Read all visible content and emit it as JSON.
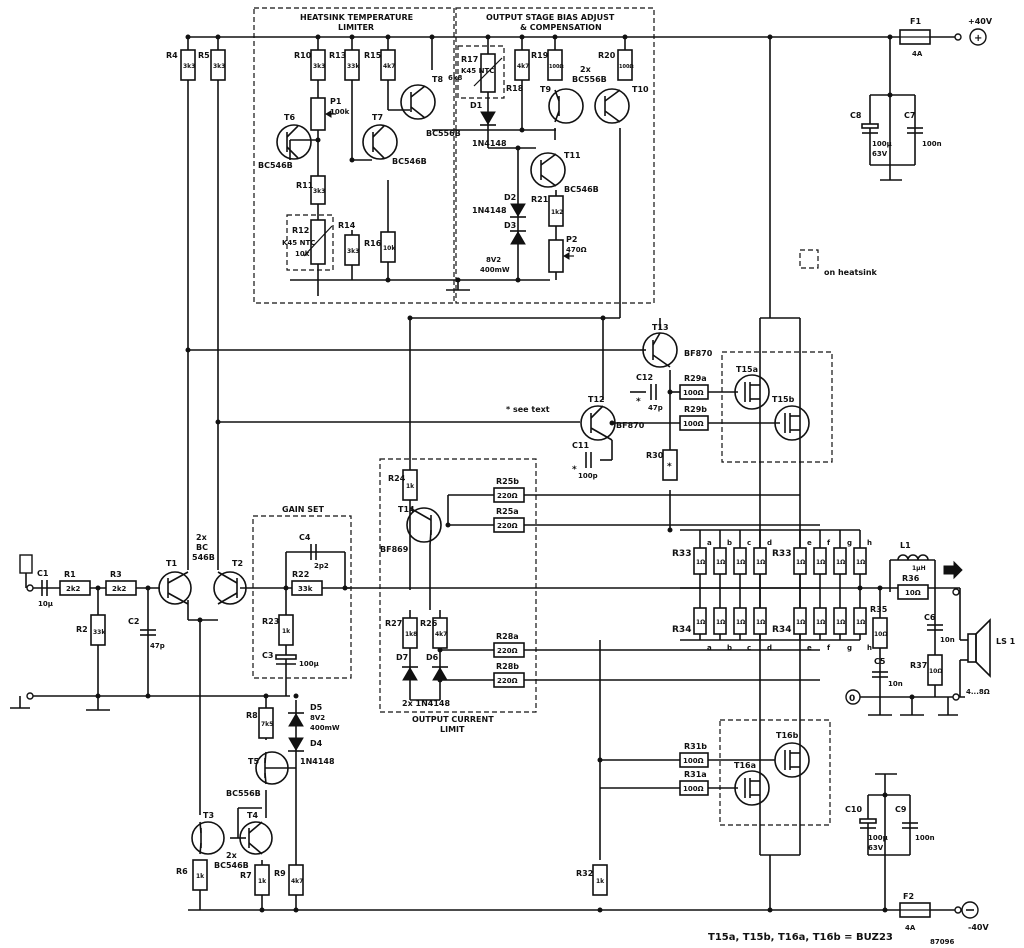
{
  "blocks": {
    "heatsink_limiter": [
      "HEATSINK TEMPERATURE",
      "LIMITER"
    ],
    "bias_adjust": [
      "OUTPUT STAGE BIAS ADJUST",
      "& COMPENSATION"
    ],
    "gain_set": "GAIN SET",
    "current_limit": [
      "OUTPUT CURRENT",
      "LIMIT"
    ]
  },
  "resistors": {
    "R1": [
      "R1",
      "2k2"
    ],
    "R2": [
      "R2",
      "33k"
    ],
    "R3": [
      "R3",
      "2k2"
    ],
    "R4": [
      "R4",
      "3k3"
    ],
    "R5": [
      "R5",
      "3k3"
    ],
    "R6": [
      "R6",
      "1k"
    ],
    "R7": [
      "R7",
      "1k"
    ],
    "R8": [
      "R8",
      "7k5"
    ],
    "R9": [
      "R9",
      "4k7"
    ],
    "R10": [
      "R10",
      "3k3"
    ],
    "R11": [
      "R11",
      "3k3"
    ],
    "R13": [
      "R13",
      "33k"
    ],
    "R14": [
      "R14",
      "3k3"
    ],
    "R15": [
      "R15",
      "4k7"
    ],
    "R16": [
      "R16",
      "10k"
    ],
    "R18": [
      "R18",
      "4k7"
    ],
    "R19": [
      "R19",
      "100Ω"
    ],
    "R20": [
      "R20",
      "100Ω"
    ],
    "R21": [
      "R21",
      "1k2"
    ],
    "R22": [
      "R22",
      "33k"
    ],
    "R23": [
      "R23",
      "1k"
    ],
    "R24": [
      "R24",
      "1k"
    ],
    "R25a": [
      "R25a",
      "220Ω"
    ],
    "R25b": [
      "R25b",
      "220Ω"
    ],
    "R26": [
      "R26",
      "4k7"
    ],
    "R27": [
      "R27",
      "1k8"
    ],
    "R28a": [
      "R28a",
      "220Ω"
    ],
    "R28b": [
      "R28b",
      "220Ω"
    ],
    "R29a": [
      "R29a",
      "100Ω"
    ],
    "R29b": [
      "R29b",
      "100Ω"
    ],
    "R30": [
      "R30",
      "*"
    ],
    "R31a": [
      "R31a",
      "100Ω"
    ],
    "R31b": [
      "R31b",
      "100Ω"
    ],
    "R32": [
      "R32",
      "1k"
    ],
    "R35": [
      "R35",
      "10Ω"
    ],
    "R36": [
      "R36",
      "10Ω"
    ],
    "R37": [
      "R37",
      "10Ω"
    ]
  },
  "bank": {
    "R33": "R33",
    "R34": "R34",
    "letters_left": [
      "a",
      "b",
      "c",
      "d"
    ],
    "letters_right": [
      "e",
      "f",
      "g",
      "h"
    ],
    "value": "1Ω"
  },
  "ntc": {
    "R12": [
      "R12",
      "K45 NTC",
      "10k"
    ],
    "R17": [
      "R17",
      "K45 NTC",
      "6k8"
    ]
  },
  "pots": {
    "P1": [
      "P1",
      "100k"
    ],
    "P2": [
      "P2",
      "470Ω"
    ]
  },
  "capacitors": {
    "C1": [
      "C1",
      "10µ"
    ],
    "C2": [
      "C2",
      "47p"
    ],
    "C3": [
      "C3",
      "100µ"
    ],
    "C4": [
      "C4",
      "2p2"
    ],
    "C5": [
      "C5",
      "10n"
    ],
    "C6": [
      "C6",
      "10n"
    ],
    "C7": [
      "C7",
      "100n"
    ],
    "C8": [
      "C8",
      "100µ",
      "63V"
    ],
    "C9": [
      "C9",
      "100n"
    ],
    "C10": [
      "C10",
      "100µ",
      "63V"
    ],
    "C11": [
      "C11",
      "100p"
    ],
    "C12": [
      "C12",
      "47p"
    ]
  },
  "transistors": {
    "T1": "T1",
    "T2": "T2",
    "T3": "T3",
    "T4": "T4",
    "T5": "T5",
    "T6": "T6",
    "T7": "T7",
    "T8": "T8",
    "T9": "T9",
    "T10": "T10",
    "T11": "T11",
    "T12": "T12",
    "T13": "T13",
    "T14": "T14",
    "T15a": "T15a",
    "T15b": "T15b",
    "T16a": "T16a",
    "T16b": "T16b"
  },
  "part_types": {
    "t1t2": [
      "2x",
      "BC",
      "546B"
    ],
    "t3t4": [
      "2x",
      "BC546B"
    ],
    "t5": "BC556B",
    "t6": "BC546B",
    "t7": "BC546B",
    "t8": "BC556B",
    "t9t10": [
      "2x",
      "BC556B"
    ],
    "t11": "BC546B",
    "t12": "BF870",
    "t13": "BF870",
    "t14": "BF869",
    "d1": "1N4148",
    "d2": "1N4148",
    "d3": [
      "8V2",
      "400mW"
    ],
    "d4": "1N4148",
    "d5": [
      "8V2",
      "400mW"
    ],
    "d6d7": "2x 1N4148"
  },
  "diodes": {
    "D1": "D1",
    "D2": "D2",
    "D3": "D3",
    "D4": "D4",
    "D5": "D5",
    "D6": "D6",
    "D7": "D7"
  },
  "misc": {
    "F1": [
      "F1",
      "4A"
    ],
    "F2": [
      "F2",
      "4A"
    ],
    "L1": [
      "L1",
      "1µH"
    ],
    "LS1": [
      "LS 1",
      "4...8Ω"
    ],
    "plus_supply": "+40V",
    "minus_supply": "-40V",
    "zero": "0",
    "on_heatsink": "on heatsink",
    "see_text": "* see text",
    "star": "*",
    "mosfet_note": "T15a, T15b, T16a, T16b = BUZ23",
    "drawing_no": "87096"
  }
}
